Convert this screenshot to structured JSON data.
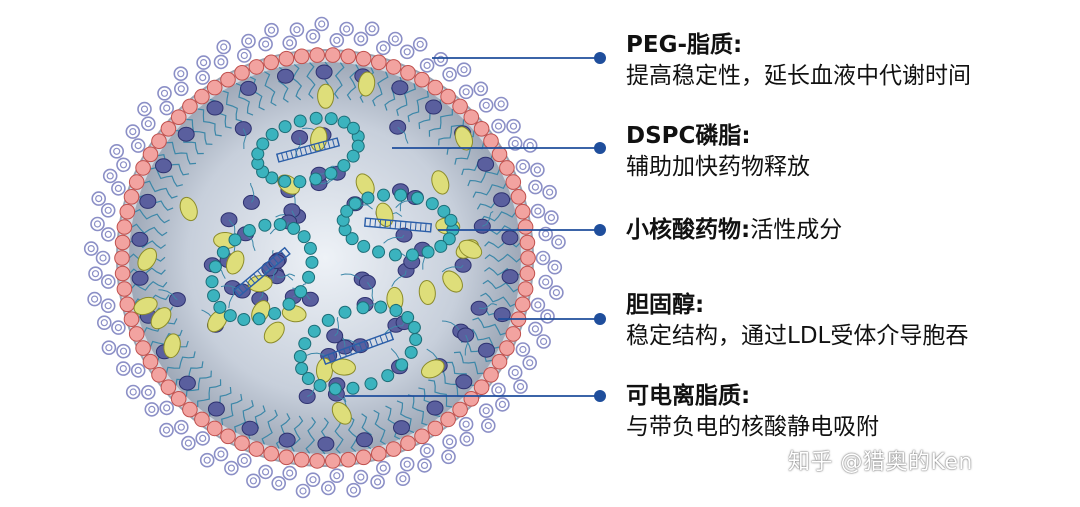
{
  "labels": [
    {
      "id": "peg",
      "title": "PEG-脂质:",
      "desc": "提高稳定性，延长血液中代谢时间"
    },
    {
      "id": "dspc",
      "title": "DSPC磷脂:",
      "desc": "辅助加快药物释放"
    },
    {
      "id": "sirna",
      "title": "小核酸药物:",
      "desc": "活性成分"
    },
    {
      "id": "chol",
      "title": "胆固醇:",
      "desc": "稳定结构，通过LDL受体介导胞吞"
    },
    {
      "id": "ionizable",
      "title": "可电离脂质:",
      "desc": "与带负电的核酸静电吸附"
    }
  ],
  "watermark": "知乎 @猎奥的Ken",
  "colors": {
    "leader_line": "#1f4e9c",
    "shell_pink": "#f2a3a0",
    "shell_outline": "#c0504d",
    "peg_loop": "#8b8fc6",
    "lipid_head_dark": "#5a5f9e",
    "cholesterol": "#dede7a",
    "nucleic_bead": "#3bb3be",
    "core_gray": "#b9c2cf"
  }
}
